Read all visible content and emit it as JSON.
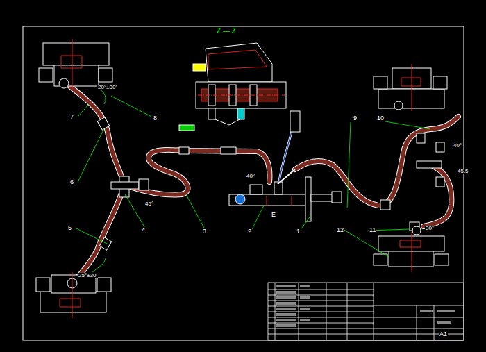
{
  "diagram": {
    "labels": [
      "Z — Z",
      "7",
      "8",
      "6",
      "5",
      "4",
      "3",
      "2",
      "1",
      "E",
      "9",
      "10",
      "11",
      "12",
      "20°±30'",
      "25°±30'",
      "40°",
      "45°",
      "30°",
      "45.5",
      "40°",
      "A1"
    ]
  }
}
